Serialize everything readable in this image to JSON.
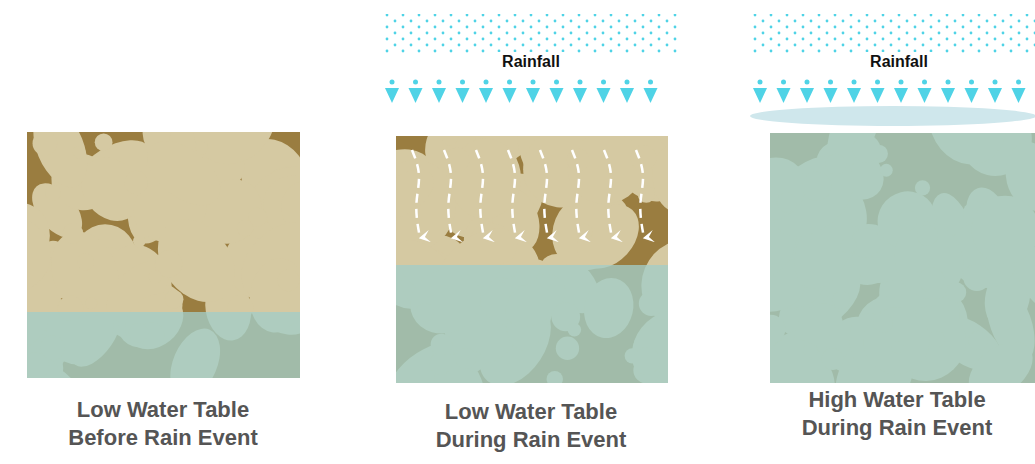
{
  "diagram": {
    "labels": [
      "Rainfall",
      "Rainfall",
      "Low Water Table Before Rain Event",
      "Low Water Table During Rain Event",
      "High Water Table During Rain Event"
    ]
  }
}
